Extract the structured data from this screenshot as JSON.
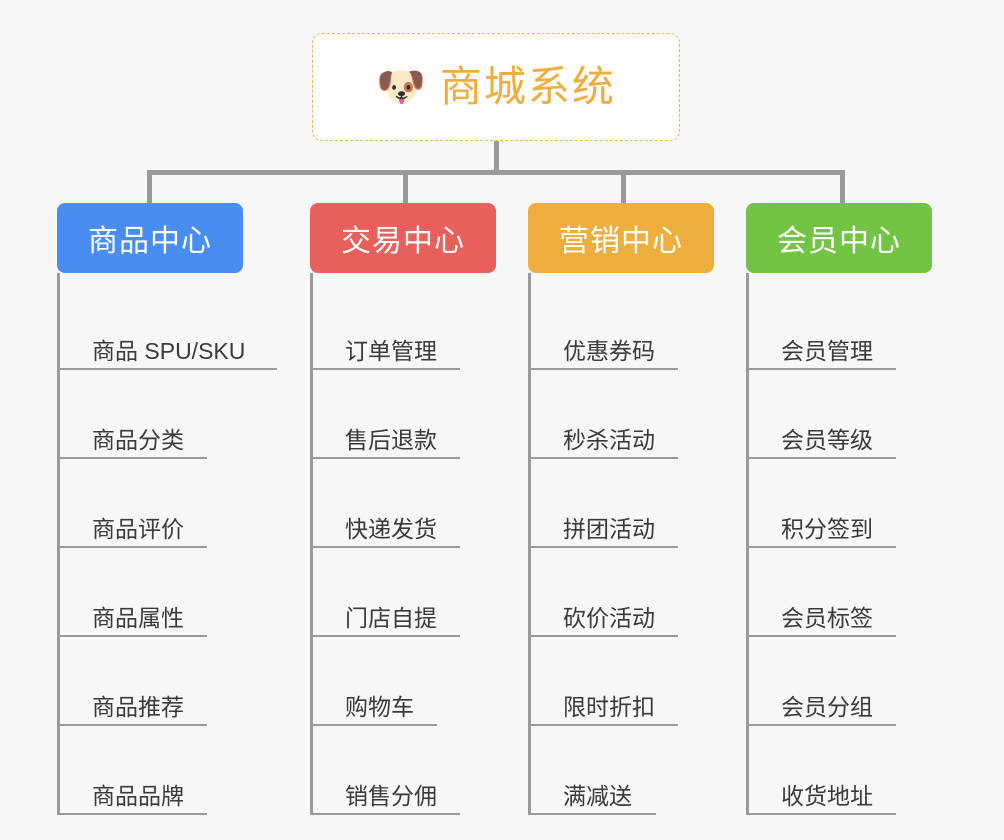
{
  "diagram": {
    "type": "org-chart",
    "background_color": "#f7f7f7",
    "connector_color": "#9a9a9a",
    "root": {
      "icon": "dog-face-emoji",
      "icon_glyph": "🐶",
      "title": "商城系统",
      "title_color": "#edae3e",
      "border_style": "dashed",
      "border_color": "#e8b45a"
    },
    "categories": [
      {
        "label": "商品中心",
        "color": "#4a8df0",
        "items": [
          "商品 SPU/SKU",
          "商品分类",
          "商品评价",
          "商品属性",
          "商品推荐",
          "商品品牌"
        ]
      },
      {
        "label": "交易中心",
        "color": "#e8605c",
        "items": [
          "订单管理",
          "售后退款",
          "快递发货",
          "门店自提",
          "购物车",
          "销售分佣"
        ]
      },
      {
        "label": "营销中心",
        "color": "#edae3e",
        "items": [
          "优惠券码",
          "秒杀活动",
          "拼团活动",
          "砍价活动",
          "限时折扣",
          "满减送"
        ]
      },
      {
        "label": "会员中心",
        "color": "#73c344",
        "items": [
          "会员管理",
          "会员等级",
          "积分签到",
          "会员标签",
          "会员分组",
          "收货地址"
        ]
      }
    ]
  }
}
